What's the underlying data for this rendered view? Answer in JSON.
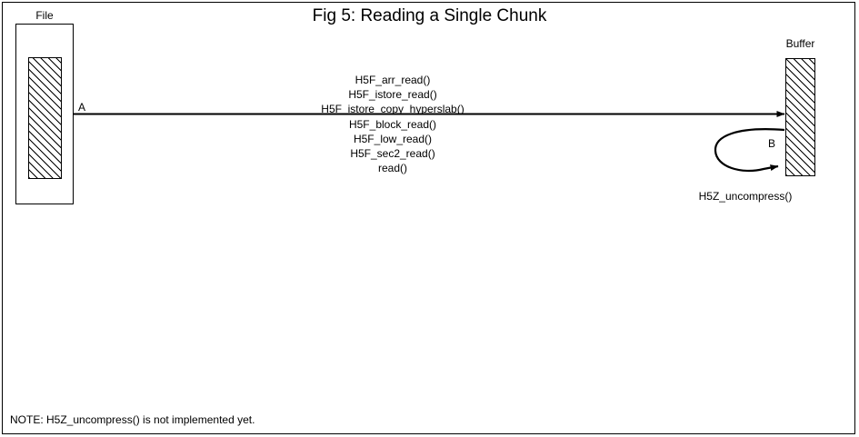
{
  "figure": {
    "title": "Fig 5:  Reading a Single Chunk"
  },
  "source": {
    "label": "File"
  },
  "destination": {
    "label": "Buffer"
  },
  "transfer_arrow": {
    "point_label": "A",
    "call_stack": [
      "H5F_arr_read()",
      "H5F_istore_read()",
      "H5F_istore_copy_hyperslab()",
      "H5F_block_read()",
      "H5F_low_read()",
      "H5F_sec2_read()",
      "read()"
    ]
  },
  "loop_arrow": {
    "point_label": "B",
    "label": "H5Z_uncompress()"
  },
  "footer": {
    "note": "NOTE: H5Z_uncompress() is not implemented yet."
  },
  "colors": {
    "ink": "#000000",
    "paper": "#ffffff"
  }
}
